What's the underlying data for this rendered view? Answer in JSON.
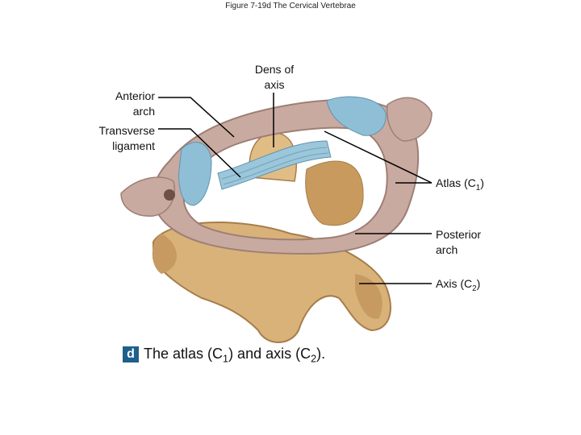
{
  "figure": {
    "title": "Figure 7-19d The Cervical Vertebrae",
    "badge": "d",
    "caption": {
      "pre": "The atlas (C",
      "sub1": "1",
      "mid": ") and axis (C",
      "sub2": "2",
      "post": ")."
    }
  },
  "labels": {
    "anterior_arch": [
      "Anterior",
      "arch"
    ],
    "transverse_ligament": [
      "Transverse",
      "ligament"
    ],
    "dens_of_axis": [
      "Dens of",
      "axis"
    ],
    "atlas": {
      "text": "Atlas (C",
      "sub": "1",
      "close": ")"
    },
    "posterior_arch": [
      "Posterior",
      "arch"
    ],
    "axis": {
      "text": "Axis (C",
      "sub": "2",
      "close": ")"
    }
  },
  "colors": {
    "bone": "#d9b27a",
    "bone_dark": "#b88a55",
    "atlas_ring": "#c9aaa0",
    "cartilage": "#8fbfd6",
    "leader_lines": "#000000"
  }
}
